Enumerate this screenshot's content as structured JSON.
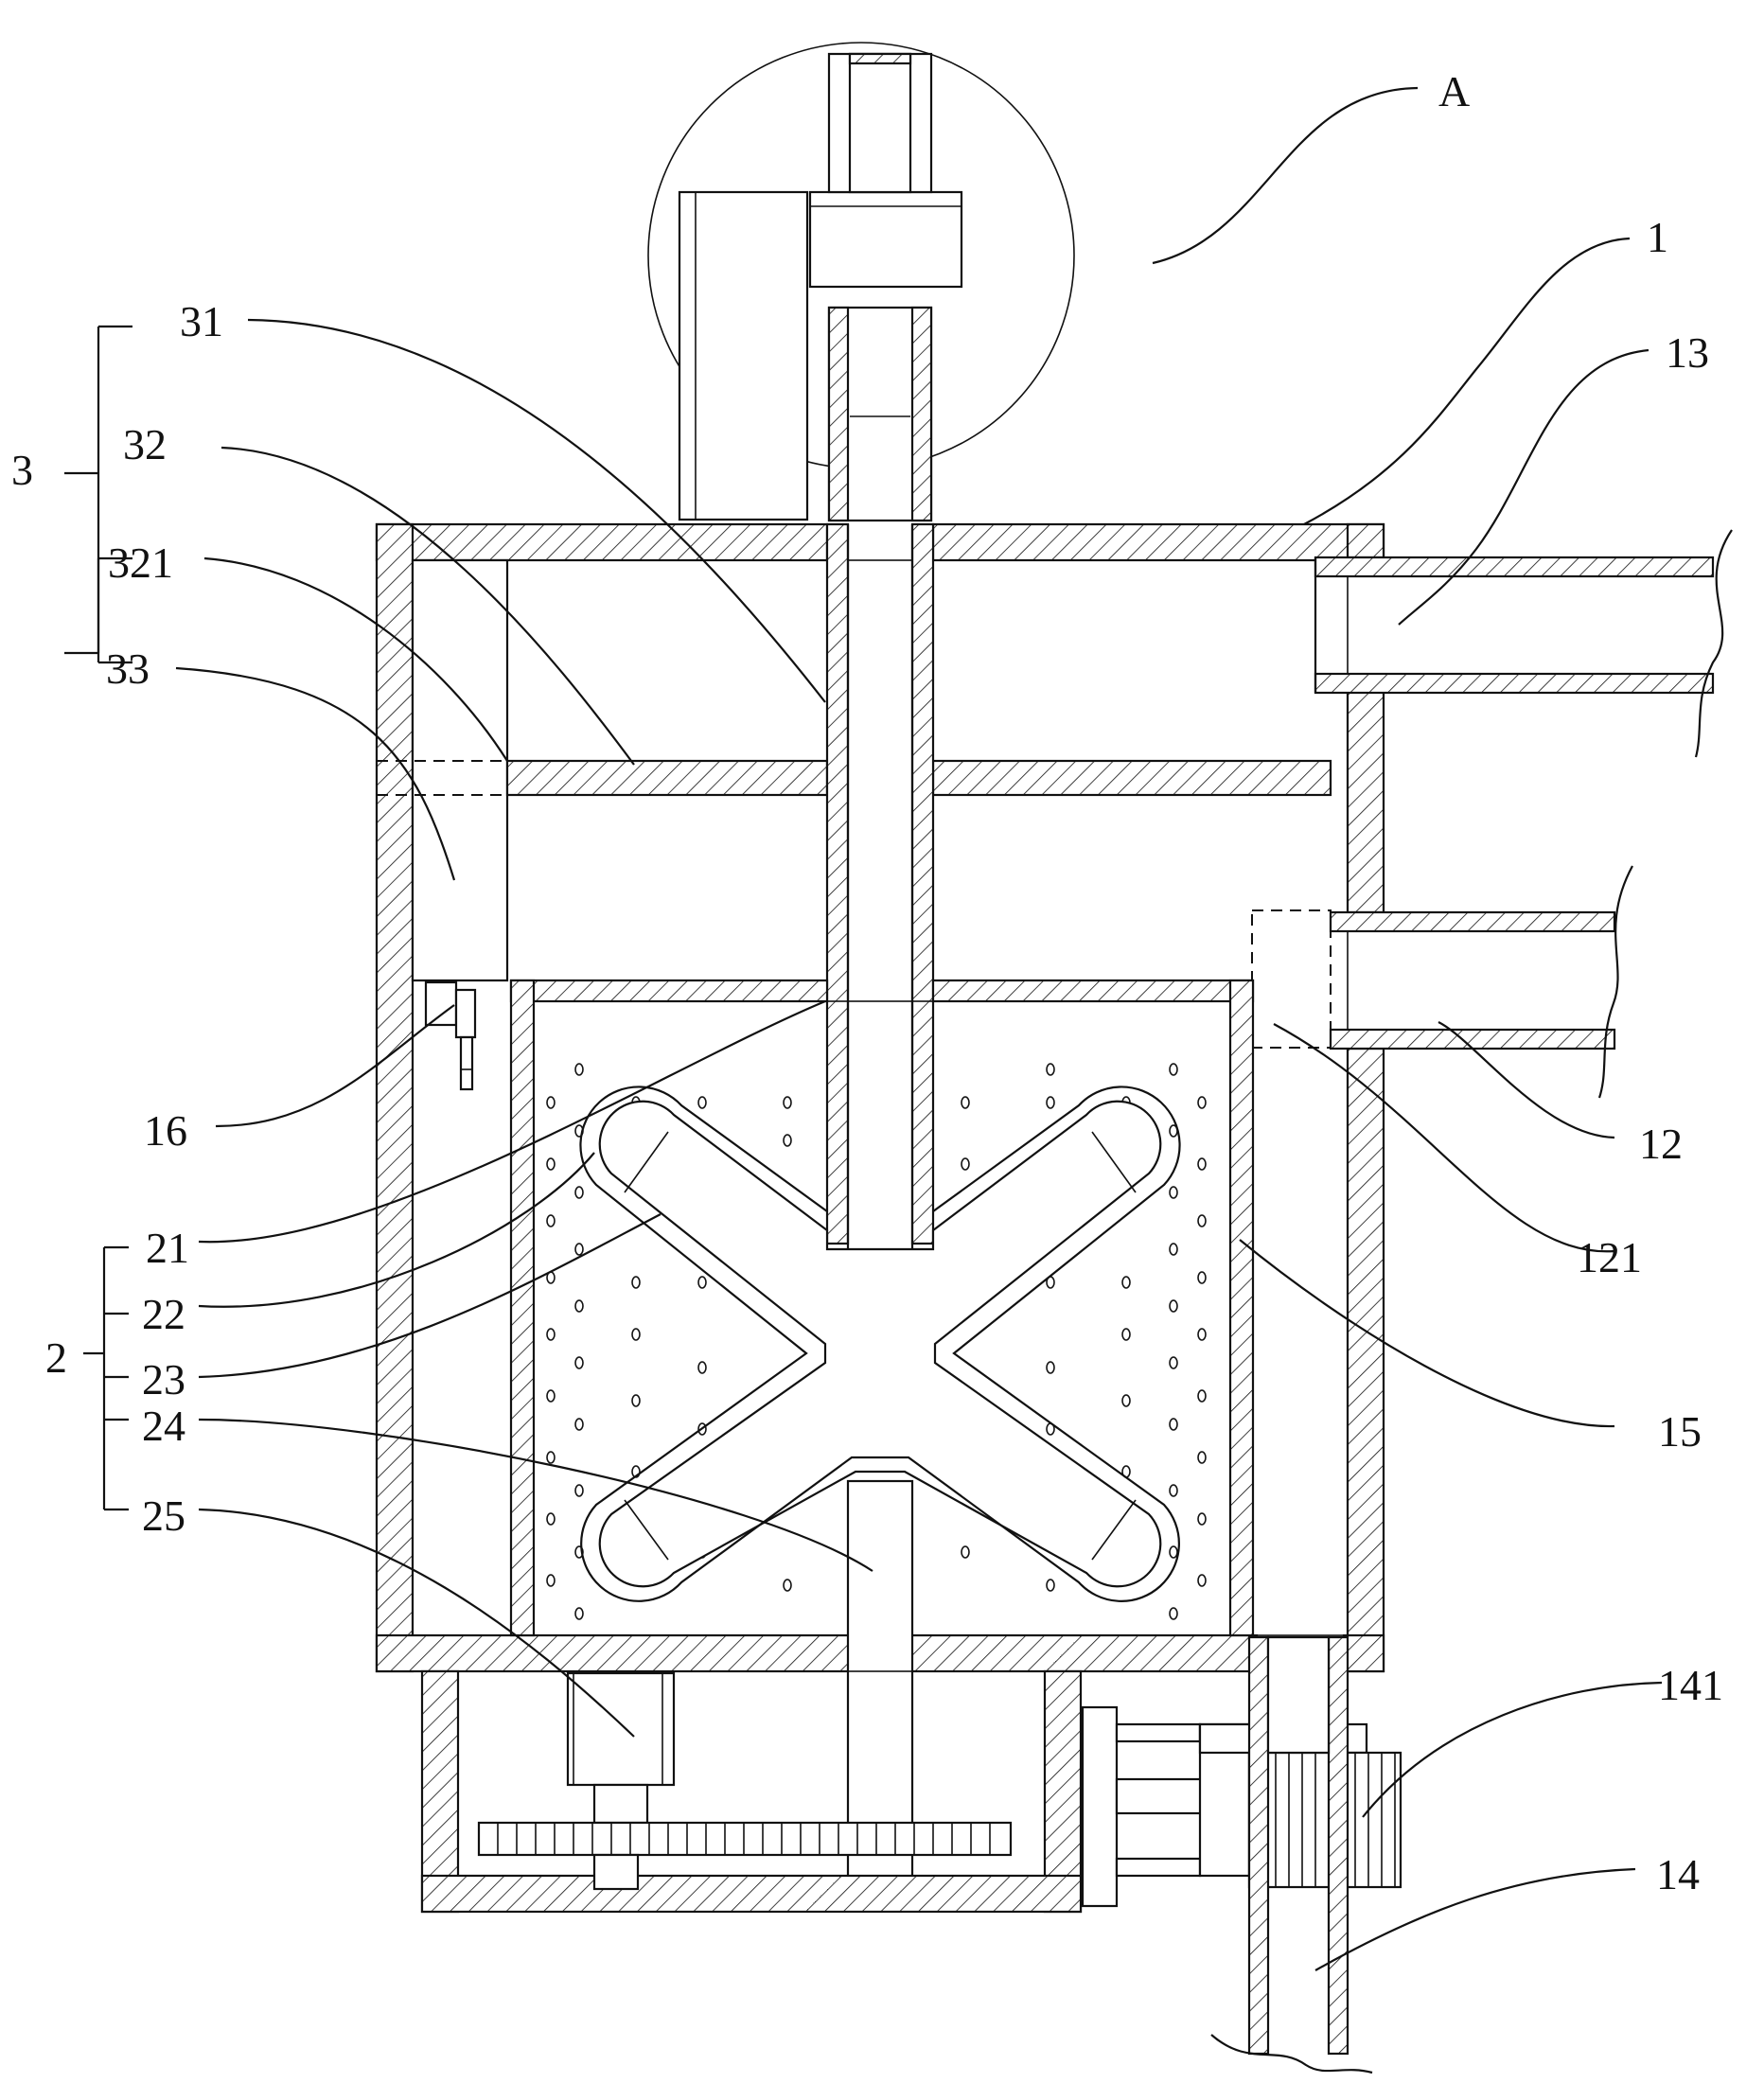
{
  "labels": {
    "A": "A",
    "1": "1",
    "13": "13",
    "31": "31",
    "3": "3",
    "32": "32",
    "321": "321",
    "33": "33",
    "16": "16",
    "12": "12",
    "121": "121",
    "21": "21",
    "2": "2",
    "22": "22",
    "23": "23",
    "24": "24",
    "25": "25",
    "15": "15",
    "141": "141",
    "14": "14"
  }
}
